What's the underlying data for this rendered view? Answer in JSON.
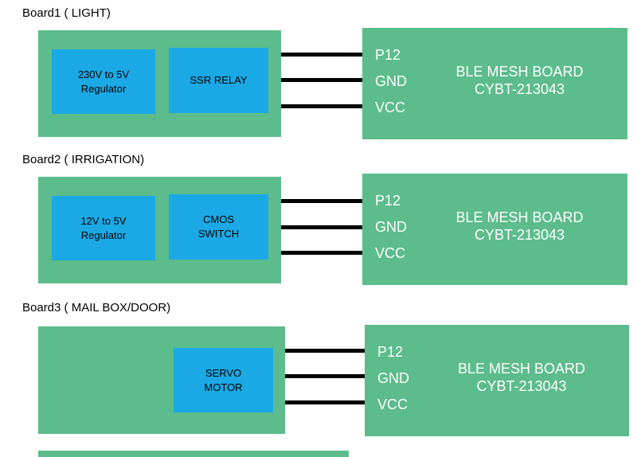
{
  "colors": {
    "green": "#5cbc8c",
    "blue": "#1aa9e5",
    "wire": "#000000"
  },
  "boards": [
    {
      "label": "Board1 ( LIGHT)",
      "modules": [
        "230V to 5V\nRegulator",
        "SSR RELAY"
      ],
      "pins": [
        "P12",
        "GND",
        "VCC"
      ],
      "ble_title": "BLE MESH BOARD\nCYBT-213043"
    },
    {
      "label": "Board2 ( IRRIGATION)",
      "modules": [
        "12V to 5V\nRegulator",
        "CMOS\nSWITCH"
      ],
      "pins": [
        "P12",
        "GND",
        "VCC"
      ],
      "ble_title": "BLE MESH BOARD\nCYBT-213043"
    },
    {
      "label": "Board3 ( MAIL BOX/DOOR)",
      "modules": [
        "SERVO\nMOTOR"
      ],
      "pins": [
        "P12",
        "GND",
        "VCC"
      ],
      "ble_title": "BLE MESH BOARD\nCYBT-213043"
    }
  ]
}
